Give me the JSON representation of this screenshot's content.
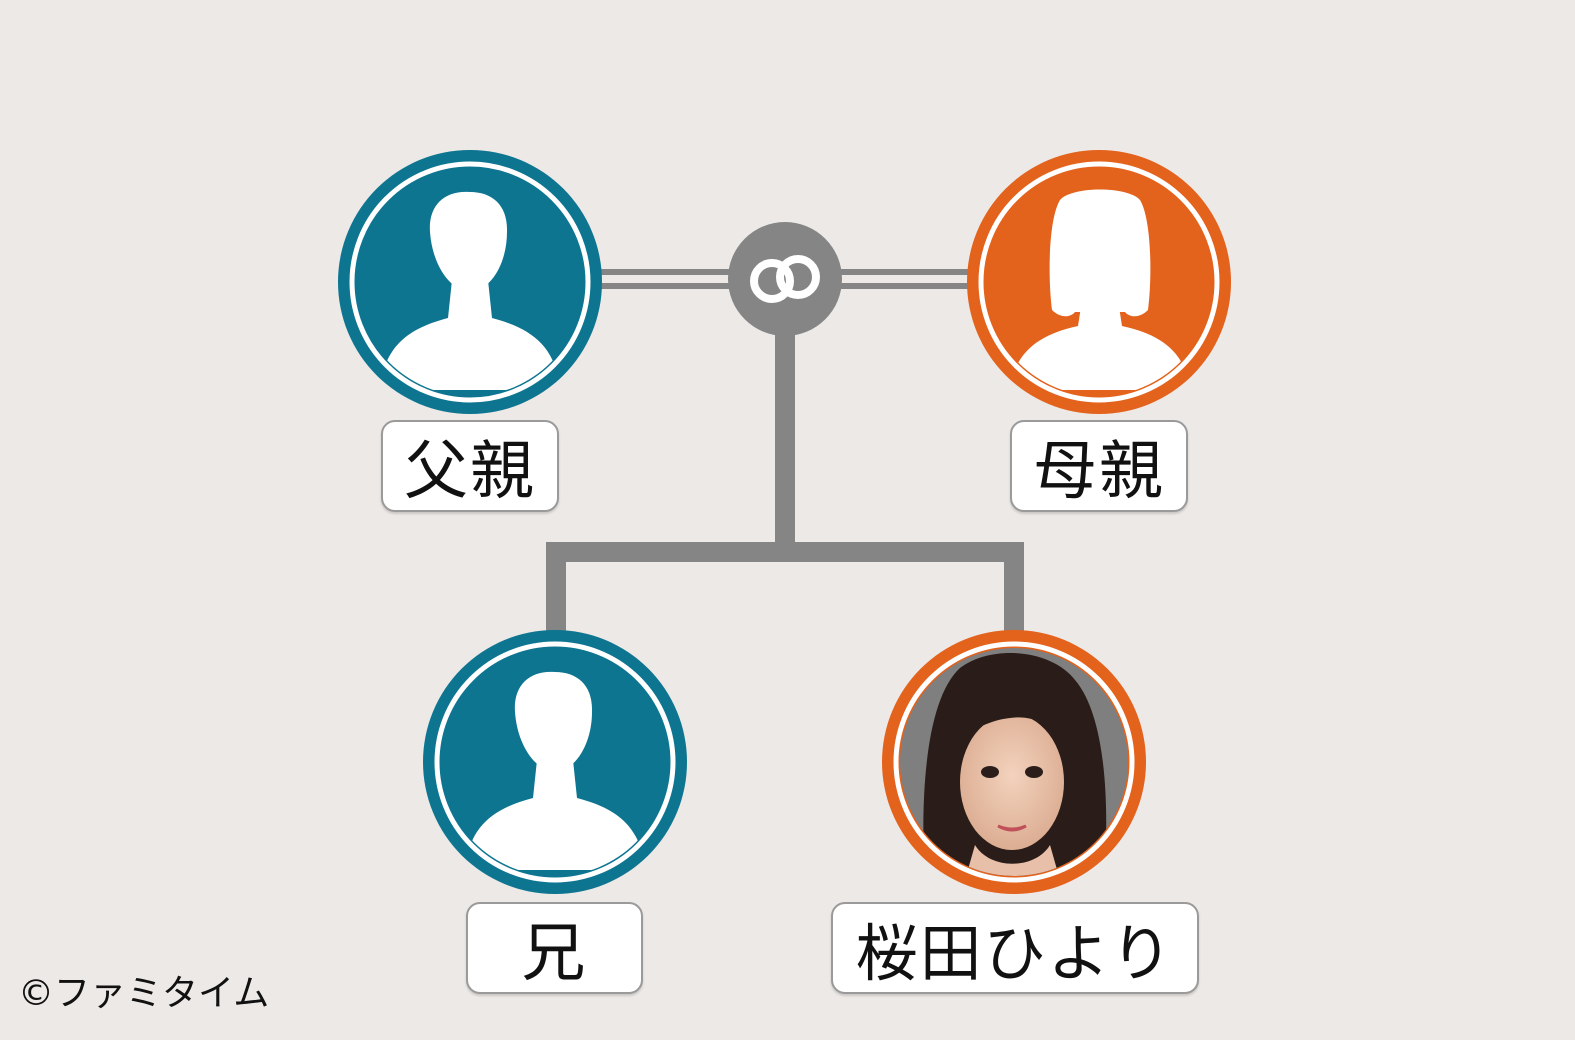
{
  "colors": {
    "male": "#0e7591",
    "female": "#e3621c",
    "connector": "#858585",
    "background": "#ede9e7"
  },
  "people": [
    {
      "id": "father",
      "label": "父親",
      "gender": "male",
      "icon": "male-silhouette-icon"
    },
    {
      "id": "mother",
      "label": "母親",
      "gender": "female",
      "icon": "female-silhouette-icon"
    },
    {
      "id": "brother",
      "label": "兄",
      "gender": "male",
      "icon": "male-silhouette-icon"
    },
    {
      "id": "subject",
      "label": "桜田ひより",
      "gender": "female",
      "icon": "portrait-photo"
    }
  ],
  "marriage_symbol": "interlocking-rings-icon",
  "copyright": "©ファミタイム"
}
